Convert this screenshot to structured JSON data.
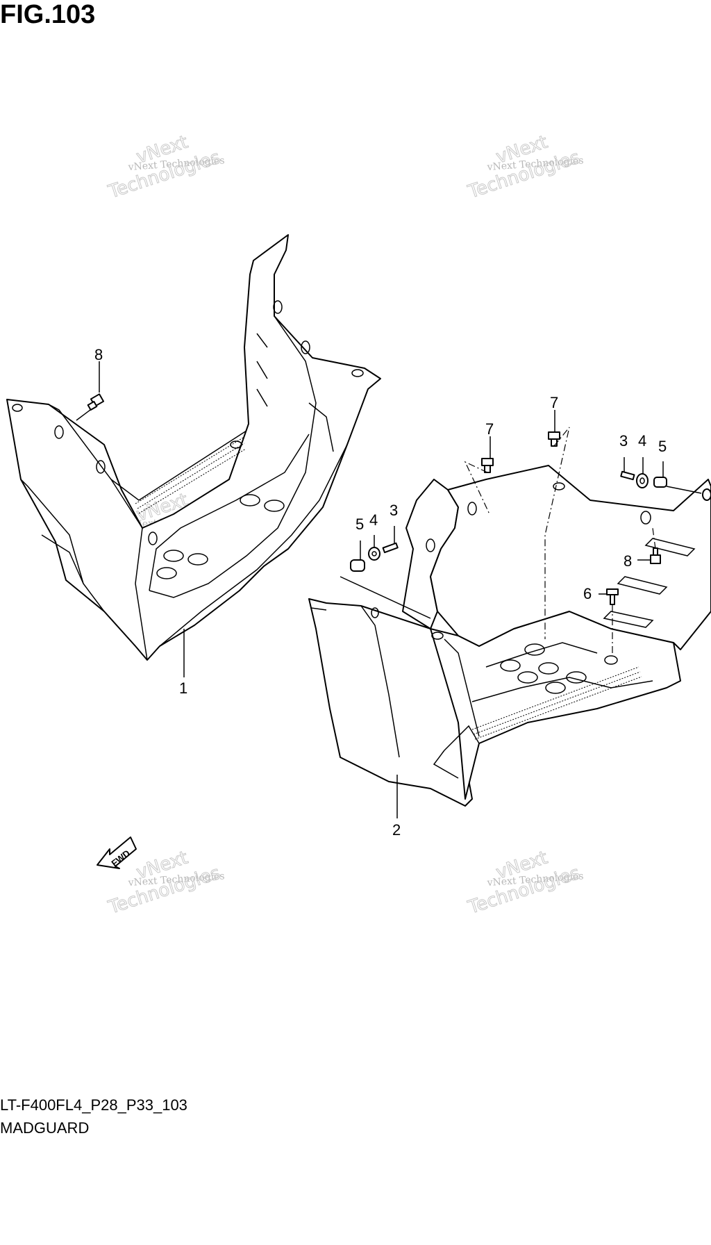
{
  "header": {
    "figure_label": "FIG.103"
  },
  "footer": {
    "diagram_code": "LT-F400FL4_P28_P33_103",
    "diagram_name": "MADGUARD"
  },
  "watermark": {
    "line1": "vNext Technologies",
    "line2": "vNext",
    "line3": "Technologies"
  },
  "fwd_arrow": {
    "label": "FWD"
  },
  "callouts": {
    "c1": "1",
    "c2": "2",
    "c3a": "3",
    "c3b": "3",
    "c4a": "4",
    "c4b": "4",
    "c5a": "5",
    "c5b": "5",
    "c6": "6",
    "c7a": "7",
    "c7b": "7",
    "c8a": "8",
    "c8b": "8"
  },
  "colors": {
    "line": "#000000",
    "watermark": "#b8b8b8",
    "background": "#ffffff"
  }
}
